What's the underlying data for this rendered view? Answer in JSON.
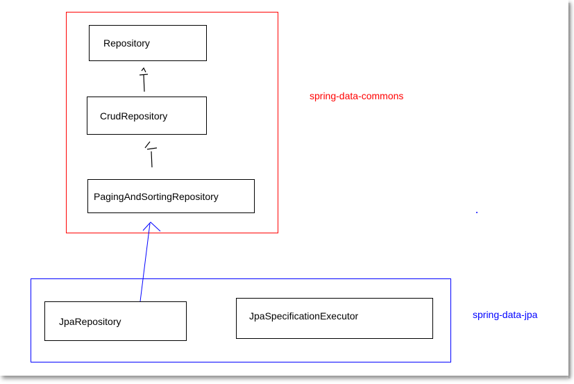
{
  "colors": {
    "commons": "#ff0000",
    "jpa": "#0000ff",
    "box_border": "#000000"
  },
  "packages": {
    "commons": {
      "label": "spring-data-commons"
    },
    "jpa": {
      "label": "spring-data-jpa"
    }
  },
  "classes": {
    "repository": "Repository",
    "crud_repository": "CrudRepository",
    "paging_repository": "PagingAndSortingRepository",
    "jpa_repository": "JpaRepository",
    "jpa_spec_executor": "JpaSpecificationExecutor"
  },
  "relations": [
    {
      "from": "CrudRepository",
      "to": "Repository",
      "color": "#000000"
    },
    {
      "from": "PagingAndSortingRepository",
      "to": "CrudRepository",
      "color": "#000000"
    },
    {
      "from": "JpaRepository",
      "to": "PagingAndSortingRepository",
      "color": "#0000ff"
    }
  ]
}
